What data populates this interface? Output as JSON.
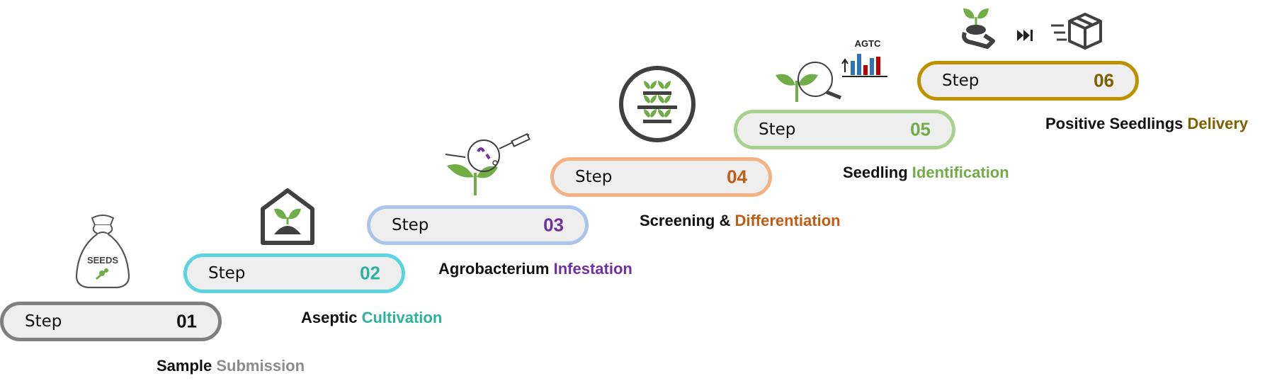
{
  "steps": [
    {
      "word": "Step",
      "number": "01",
      "title_a": "Sample ",
      "title_b": "Submission",
      "color": "#7f7f7f",
      "num_color": "#111111"
    },
    {
      "word": "Step",
      "number": "02",
      "title_a": "Aseptic ",
      "title_b": "Cultivation",
      "color": "#5bd3e0",
      "num_color": "#2bb3a0"
    },
    {
      "word": "Step",
      "number": "03",
      "title_a": "Agrobacterium ",
      "title_b": "Infestation",
      "color": "#aac4ee",
      "num_color": "#7030a0"
    },
    {
      "word": "Step",
      "number": "04",
      "title_a": "Screening & ",
      "title_b": "Differentiation",
      "color": "#f4b183",
      "num_color": "#c55a11"
    },
    {
      "word": "Step",
      "number": "05",
      "title_a": "Seedling ",
      "title_b": "Identification",
      "color": "#a9d18e",
      "num_color": "#70ad47"
    },
    {
      "word": "Step",
      "number": "06",
      "title_a": "Positive Seedlings ",
      "title_b": "Delivery",
      "color": "#bf9000",
      "num_color": "#7f6000"
    }
  ],
  "icons": {
    "seeds_text": "SEEDS",
    "agtc_text": "AGTC"
  },
  "colors": {
    "green": "#70ad47",
    "dark": "#404040"
  }
}
